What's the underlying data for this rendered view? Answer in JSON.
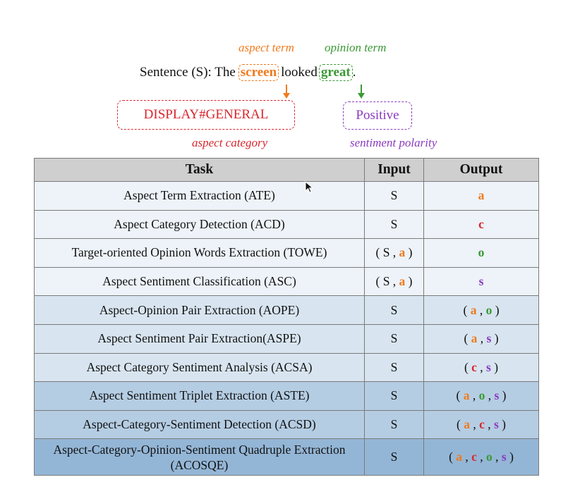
{
  "colors": {
    "a": "#f07a1e",
    "c": "#d9262e",
    "o": "#3a9a35",
    "s": "#8a3bbf",
    "header_bg": "#cfcfcf"
  },
  "annotation": {
    "aspect_term_label": "aspect term",
    "opinion_term_label": "opinion term",
    "sentence_prefix": "Sentence (S): The",
    "aspect_word": "screen",
    "middle_word": "looked",
    "opinion_word": "great",
    "end_punct": ".",
    "aspect_category_value": "DISPLAY#GENERAL",
    "sentiment_value": "Positive",
    "aspect_category_label": "aspect category",
    "sentiment_polarity_label": "sentiment polarity"
  },
  "table": {
    "headers": [
      "Task",
      "Input",
      "Output"
    ],
    "rows": [
      {
        "task": "Aspect Term Extraction (ATE)",
        "input": [
          "S"
        ],
        "output": [
          "a"
        ],
        "bg": "#edf3f8"
      },
      {
        "task": "Aspect Category Detection (ACD)",
        "input": [
          "S"
        ],
        "output": [
          "c"
        ],
        "bg": "#edf3f8"
      },
      {
        "task": "Target-oriented Opinion Words Extraction (TOWE)",
        "input": [
          "S",
          "a"
        ],
        "output": [
          "o"
        ],
        "bg": "#edf3f8"
      },
      {
        "task": "Aspect Sentiment Classification (ASC)",
        "input": [
          "S",
          "a"
        ],
        "output": [
          "s"
        ],
        "bg": "#edf3f8"
      },
      {
        "task": "Aspect-Opinion Pair Extraction (AOPE)",
        "input": [
          "S"
        ],
        "output": [
          "a",
          "o"
        ],
        "bg": "#d8e5f0"
      },
      {
        "task": "Aspect Sentiment Pair Extraction(ASPE)",
        "input": [
          "S"
        ],
        "output": [
          "a",
          "s"
        ],
        "bg": "#d8e5f0"
      },
      {
        "task": "Aspect Category Sentiment Analysis (ACSA)",
        "input": [
          "S"
        ],
        "output": [
          "c",
          "s"
        ],
        "bg": "#d8e5f0"
      },
      {
        "task": "Aspect Sentiment Triplet Extraction (ASTE)",
        "input": [
          "S"
        ],
        "output": [
          "a",
          "o",
          "s"
        ],
        "bg": "#b5cde3"
      },
      {
        "task": "Aspect-Category-Sentiment Detection (ACSD)",
        "input": [
          "S"
        ],
        "output": [
          "a",
          "c",
          "s"
        ],
        "bg": "#b5cde3"
      },
      {
        "task": "Aspect-Category-Opinion-Sentiment Quadruple Extraction (ACOSQE)",
        "input": [
          "S"
        ],
        "output": [
          "a",
          "c",
          "o",
          "s"
        ],
        "bg": "#94b6d6"
      }
    ]
  }
}
